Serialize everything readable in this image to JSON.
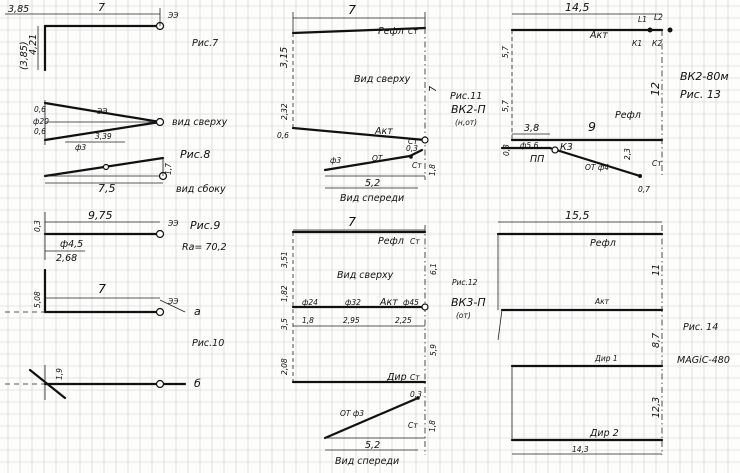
{
  "fig7": {
    "caption": "Рис.7",
    "length": "7",
    "offset": "3,85",
    "height": "4,21",
    "height_alt": "(3,85)",
    "ee": "ЭЭ"
  },
  "fig8": {
    "caption": "Рис.8",
    "top_view": "вид сверху",
    "side_view": "вид сбоку",
    "d1": "0,6",
    "d2": "ф20",
    "d3": "0,6",
    "d4": "3,39",
    "d5": "ф3",
    "length": "7,5",
    "height": "1,7",
    "ee": "ЭЭ"
  },
  "fig9": {
    "caption": "Рис.9",
    "length": "9,75",
    "offset": "0,3",
    "diameter": "ф4,5",
    "seg": "2,68",
    "ra": "Ra= 70,2",
    "ee": "ЭЭ"
  },
  "fig10": {
    "caption": "Рис.10",
    "length": "7",
    "height": "5,08",
    "height2": "1,9",
    "label_a": "а",
    "label_b": "б",
    "ee": "ЭЭ"
  },
  "fig11": {
    "caption": "Рис.11",
    "code": "ВК2-П",
    "code_sub": "(н,от)",
    "width": "7",
    "top_view": "Вид сверху",
    "front_view": "Вид спереди",
    "refl": "Рефл",
    "act": "Акт",
    "st": "Ст",
    "d_top": "3,15",
    "d_mid": "2,32",
    "d_bot": "0,6",
    "d_right": "7",
    "phi3": "ф3",
    "ot": "ОТ",
    "d_03": "0,3",
    "d_h": "1,8",
    "base": "5,2"
  },
  "fig12": {
    "caption": "Рис.12",
    "code": "ВК3-П",
    "code_sub": "(от)",
    "width": "7",
    "top_view": "Вид сверху",
    "front_view": "Вид спереди",
    "refl": "Рефл",
    "act": "Акт",
    "dir": "Дир",
    "st": "Ст",
    "h1": "3,51",
    "h2": "1,82",
    "h3": "3,5",
    "h4": "2,08",
    "r1": "6,1",
    "r2": "5,9",
    "phi24": "ф24",
    "phi32": "ф32",
    "phi45": "ф45",
    "s1": "1,8",
    "s2": "2,95",
    "s3": "2,25",
    "ot_phi3": "ОТ ф3",
    "d_03": "0,3",
    "d_h": "1,8",
    "base": "5,2"
  },
  "fig13": {
    "caption": "Рис. 13",
    "code": "ВК2-80м",
    "width": "14,5",
    "act": "Акт",
    "refl": "Рефл",
    "st": "Ст",
    "l1": "L1",
    "l2": "L2",
    "k1": "К1",
    "k2": "К2",
    "k3": "К3",
    "h1": "5,7",
    "h2": "5,7",
    "h_right": "12",
    "s1": "3,8",
    "s2": "9",
    "phi56": "ф5,6",
    "pp": "ПП",
    "ot_phi4": "ОТ ф4",
    "d_23": "2,3",
    "d_07": "0,7",
    "d_03": "0,3"
  },
  "fig14": {
    "caption": "Рис. 14",
    "code": "MAGiC-480",
    "width_top": "15,5",
    "width_bot": "14,3",
    "refl": "Рефл",
    "act": "Акт",
    "dir1": "Дир 1",
    "dir2": "Дир 2",
    "h1": "11",
    "h2": "8,7",
    "h3": "12,3"
  }
}
